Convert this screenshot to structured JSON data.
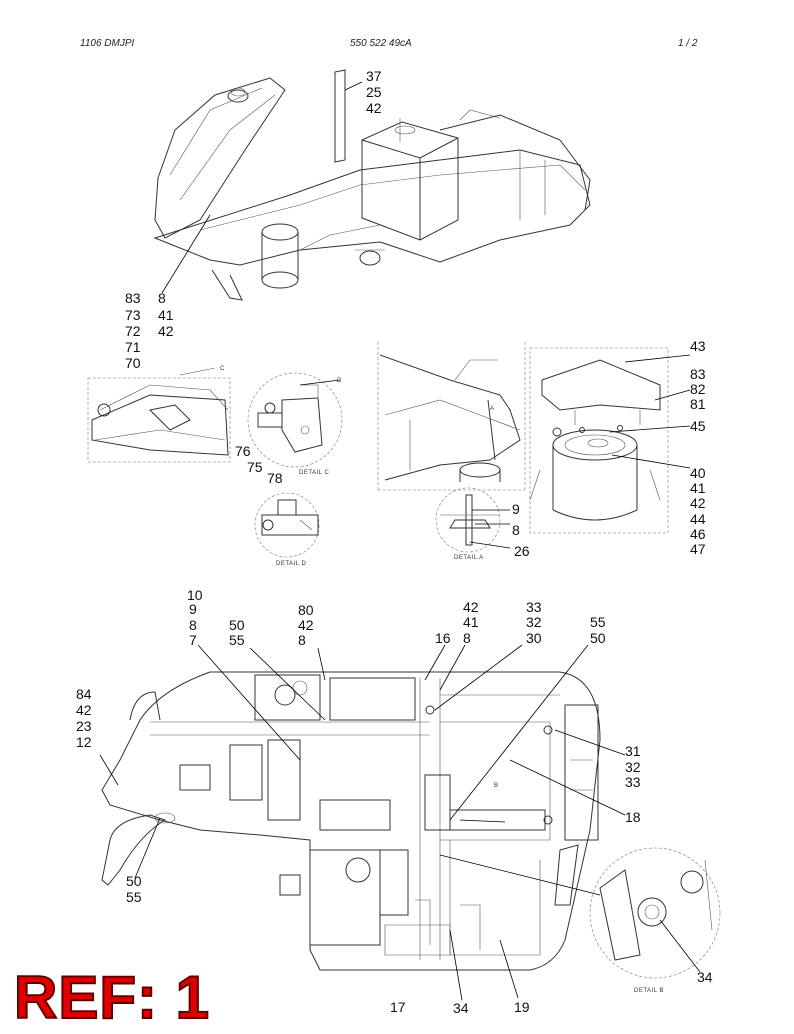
{
  "header": {
    "left": "1106 DMJPI",
    "center": "550 522 49cA",
    "right": "1 /   2"
  },
  "callouts": {
    "top_a": [
      "37",
      "25",
      "42"
    ],
    "top_b": [
      "83",
      "73",
      "72",
      "71",
      "70"
    ],
    "top_c": [
      "8",
      "41",
      "42"
    ],
    "detail_c": [
      "76",
      "75",
      "78"
    ],
    "detail_a": [
      "9",
      "8",
      "26"
    ],
    "mid_right": [
      "43",
      "83",
      "82",
      "81",
      "45",
      "40",
      "41",
      "42",
      "44",
      "46",
      "47"
    ],
    "bot_1": [
      "10",
      "9",
      "8",
      "7"
    ],
    "bot_2": [
      "50",
      "55"
    ],
    "bot_3": [
      "80",
      "42",
      "8"
    ],
    "bot_4": [
      "16"
    ],
    "bot_5": [
      "42",
      "41",
      "8"
    ],
    "bot_6": [
      "33",
      "32",
      "30"
    ],
    "bot_7": [
      "55",
      "50"
    ],
    "bot_8": [
      "84",
      "42",
      "23",
      "12"
    ],
    "bot_9": [
      "31",
      "32",
      "33"
    ],
    "bot_10": [
      "18"
    ],
    "bot_11": [
      "50",
      "55"
    ],
    "bot_12": [
      "34"
    ],
    "bot_13": [
      "17"
    ],
    "bot_14": [
      "34"
    ],
    "bot_15": [
      "19"
    ]
  },
  "detail_labels": {
    "c_mark": "C",
    "d_mark": "D",
    "a_mark": "A",
    "b_mark": "B",
    "detail_c": "DETAIL C",
    "detail_d": "DETAIL D",
    "detail_a": "DETAIL A",
    "detail_b": "DETAIL B"
  },
  "ref_stamp": "REF: 1"
}
